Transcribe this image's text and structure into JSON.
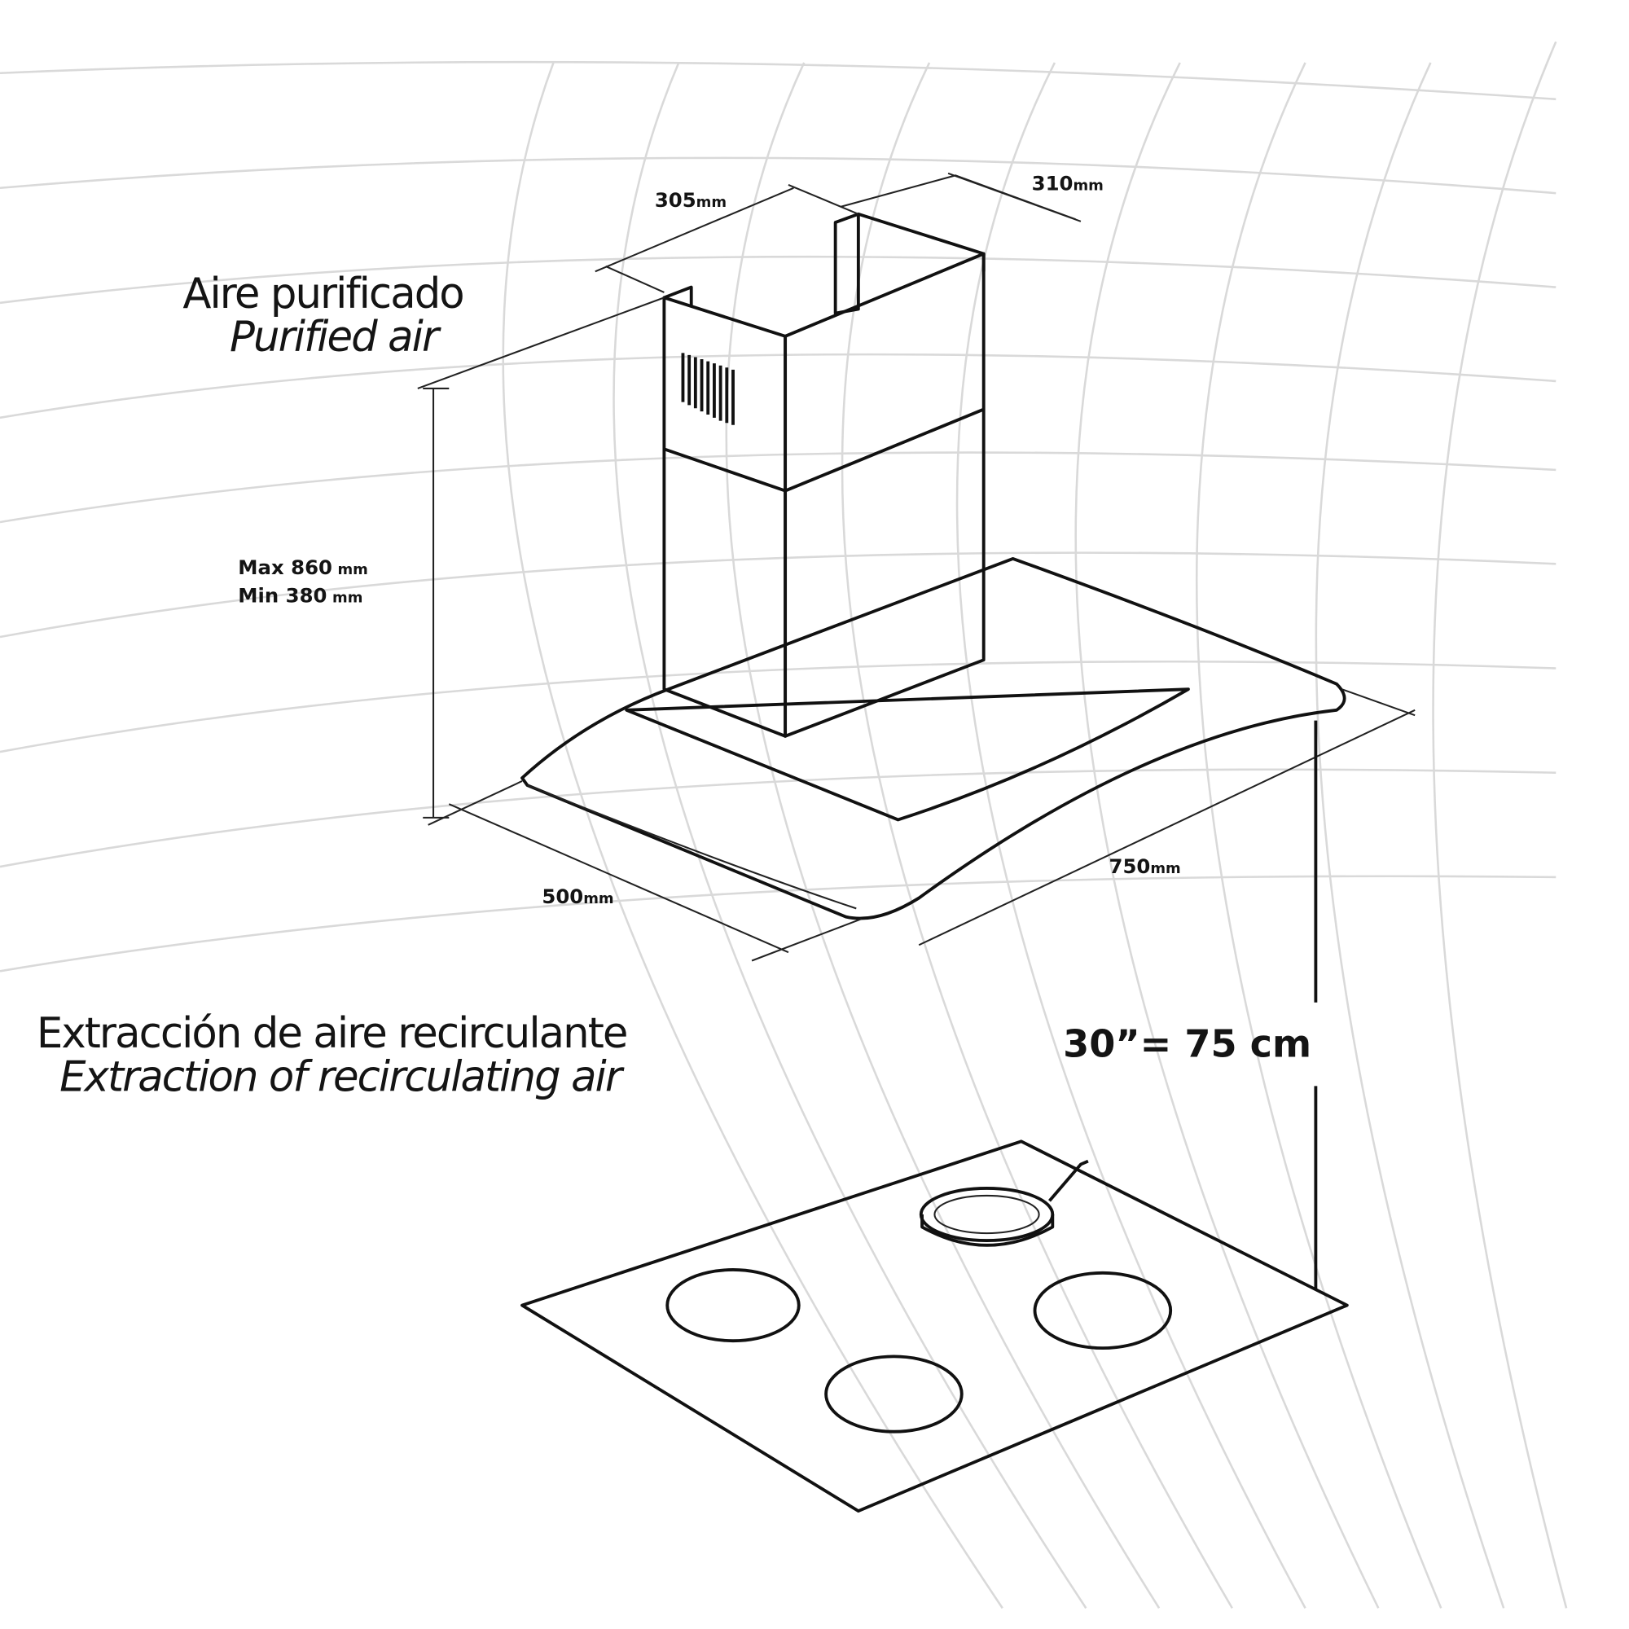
{
  "labels": {
    "purified_es": "Aire purificado",
    "purified_en": "Purified air",
    "extraction_es": "Extracción de aire recirculante",
    "extraction_en": "Extraction of recirculating air",
    "clearance": "30”= 75 cm"
  },
  "dimensions": {
    "chimney_width": {
      "value": "305",
      "unit": "mm"
    },
    "chimney_depth": {
      "value": "310",
      "unit": "mm"
    },
    "height_max": {
      "label": "Max 860",
      "unit": "mm"
    },
    "height_min": {
      "label": "Min 380",
      "unit": "mm"
    },
    "canopy_depth": {
      "value": "500",
      "unit": "mm"
    },
    "canopy_width": {
      "value": "750",
      "unit": "mm"
    }
  },
  "colors": {
    "line": "#111111",
    "background_grid": "#d9d9d9"
  }
}
